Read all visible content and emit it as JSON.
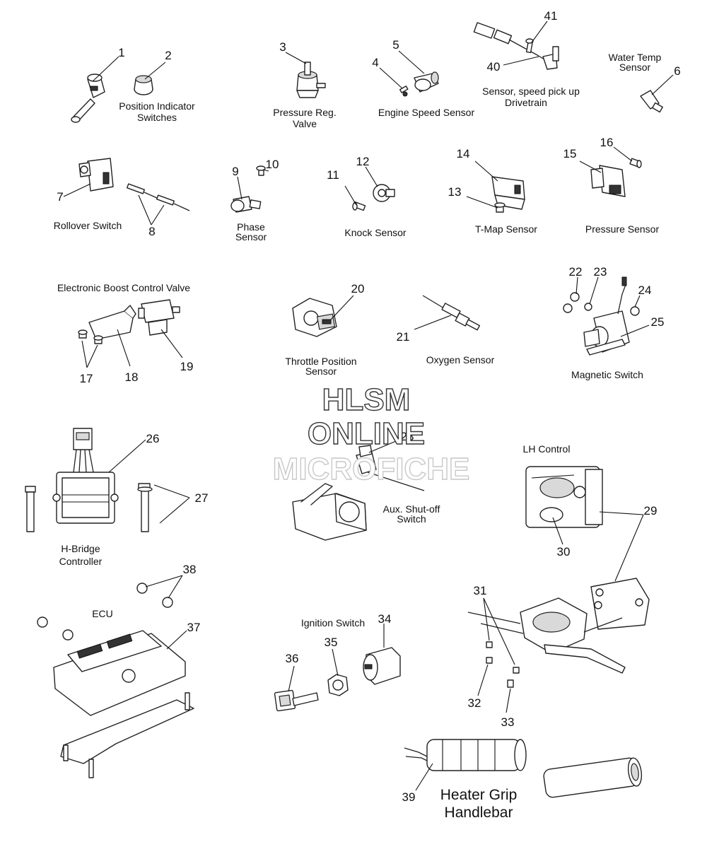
{
  "watermark": {
    "line1": "HLSM",
    "line2": "ONLINE",
    "line3": "MICROFICHE"
  },
  "captions": {
    "position_indicator_1": "Position Indicator",
    "position_indicator_2": "Switches",
    "pressure_reg_1": "Pressure Reg.",
    "pressure_reg_2": "Valve",
    "engine_speed": "Engine Speed Sensor",
    "speed_pickup_1": "Sensor, speed pick up",
    "speed_pickup_2": "Drivetrain",
    "water_temp_1": "Water Temp",
    "water_temp_2": "Sensor",
    "rollover": "Rollover Switch",
    "phase_1": "Phase",
    "phase_2": "Sensor",
    "knock": "Knock Sensor",
    "tmap": "T-Map Sensor",
    "pressure_sensor": "Pressure Sensor",
    "boost_valve": "Electronic Boost Control Valve",
    "throttle_1": "Throttle Position",
    "throttle_2": "Sensor",
    "oxygen": "Oxygen Sensor",
    "magnetic": "Magnetic Switch",
    "hbridge_1": "H-Bridge",
    "hbridge_2": "Controller",
    "aux_1": "Aux. Shut-off",
    "aux_2": "Switch",
    "lh_control": "LH Control",
    "ecu": "ECU",
    "ignition": "Ignition Switch",
    "heater_1": "Heater Grip",
    "heater_2": "Handlebar"
  },
  "callouts": {
    "c1": "1",
    "c2": "2",
    "c3": "3",
    "c4": "4",
    "c5": "5",
    "c6": "6",
    "c7": "7",
    "c8": "8",
    "c9": "9",
    "c10": "10",
    "c11": "11",
    "c12": "12",
    "c13": "13",
    "c14": "14",
    "c15": "15",
    "c16": "16",
    "c17": "17",
    "c18": "18",
    "c19": "19",
    "c20": "20",
    "c21": "21",
    "c22": "22",
    "c23": "23",
    "c24": "24",
    "c25": "25",
    "c26": "26",
    "c27": "27",
    "c28": "28",
    "c29": "29",
    "c30": "30",
    "c31": "31",
    "c32": "32",
    "c33": "33",
    "c34": "34",
    "c35": "35",
    "c36": "36",
    "c37": "37",
    "c38": "38",
    "c39": "39",
    "c40": "40",
    "c41": "41"
  }
}
